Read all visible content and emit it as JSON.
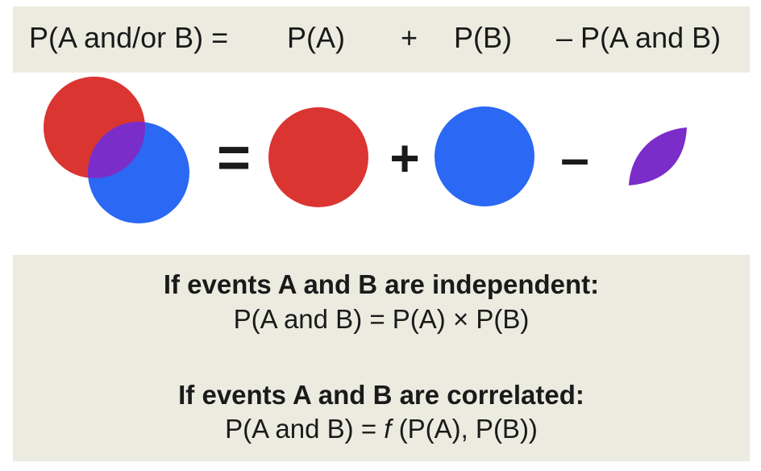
{
  "formula": {
    "lhs": "P(A and/or B) =",
    "term_a": "P(A)",
    "plus": "+",
    "term_b": "P(B)",
    "minus_term": "– P(A and B)"
  },
  "venn": {
    "equals": "=",
    "plus": "+",
    "minus": "–",
    "colors": {
      "event_a": "#db3532",
      "event_b": "#2b68f3",
      "overlap": "#7b2dc9"
    }
  },
  "rules": {
    "independent_heading": "If events A and B are independent:",
    "independent_formula": "P(A and B) = P(A) × P(B)",
    "correlated_heading": "If events A and B are correlated:",
    "correlated_prefix": "P(A and B) = ",
    "correlated_f": "f",
    "correlated_suffix": " (P(A), P(B))"
  }
}
